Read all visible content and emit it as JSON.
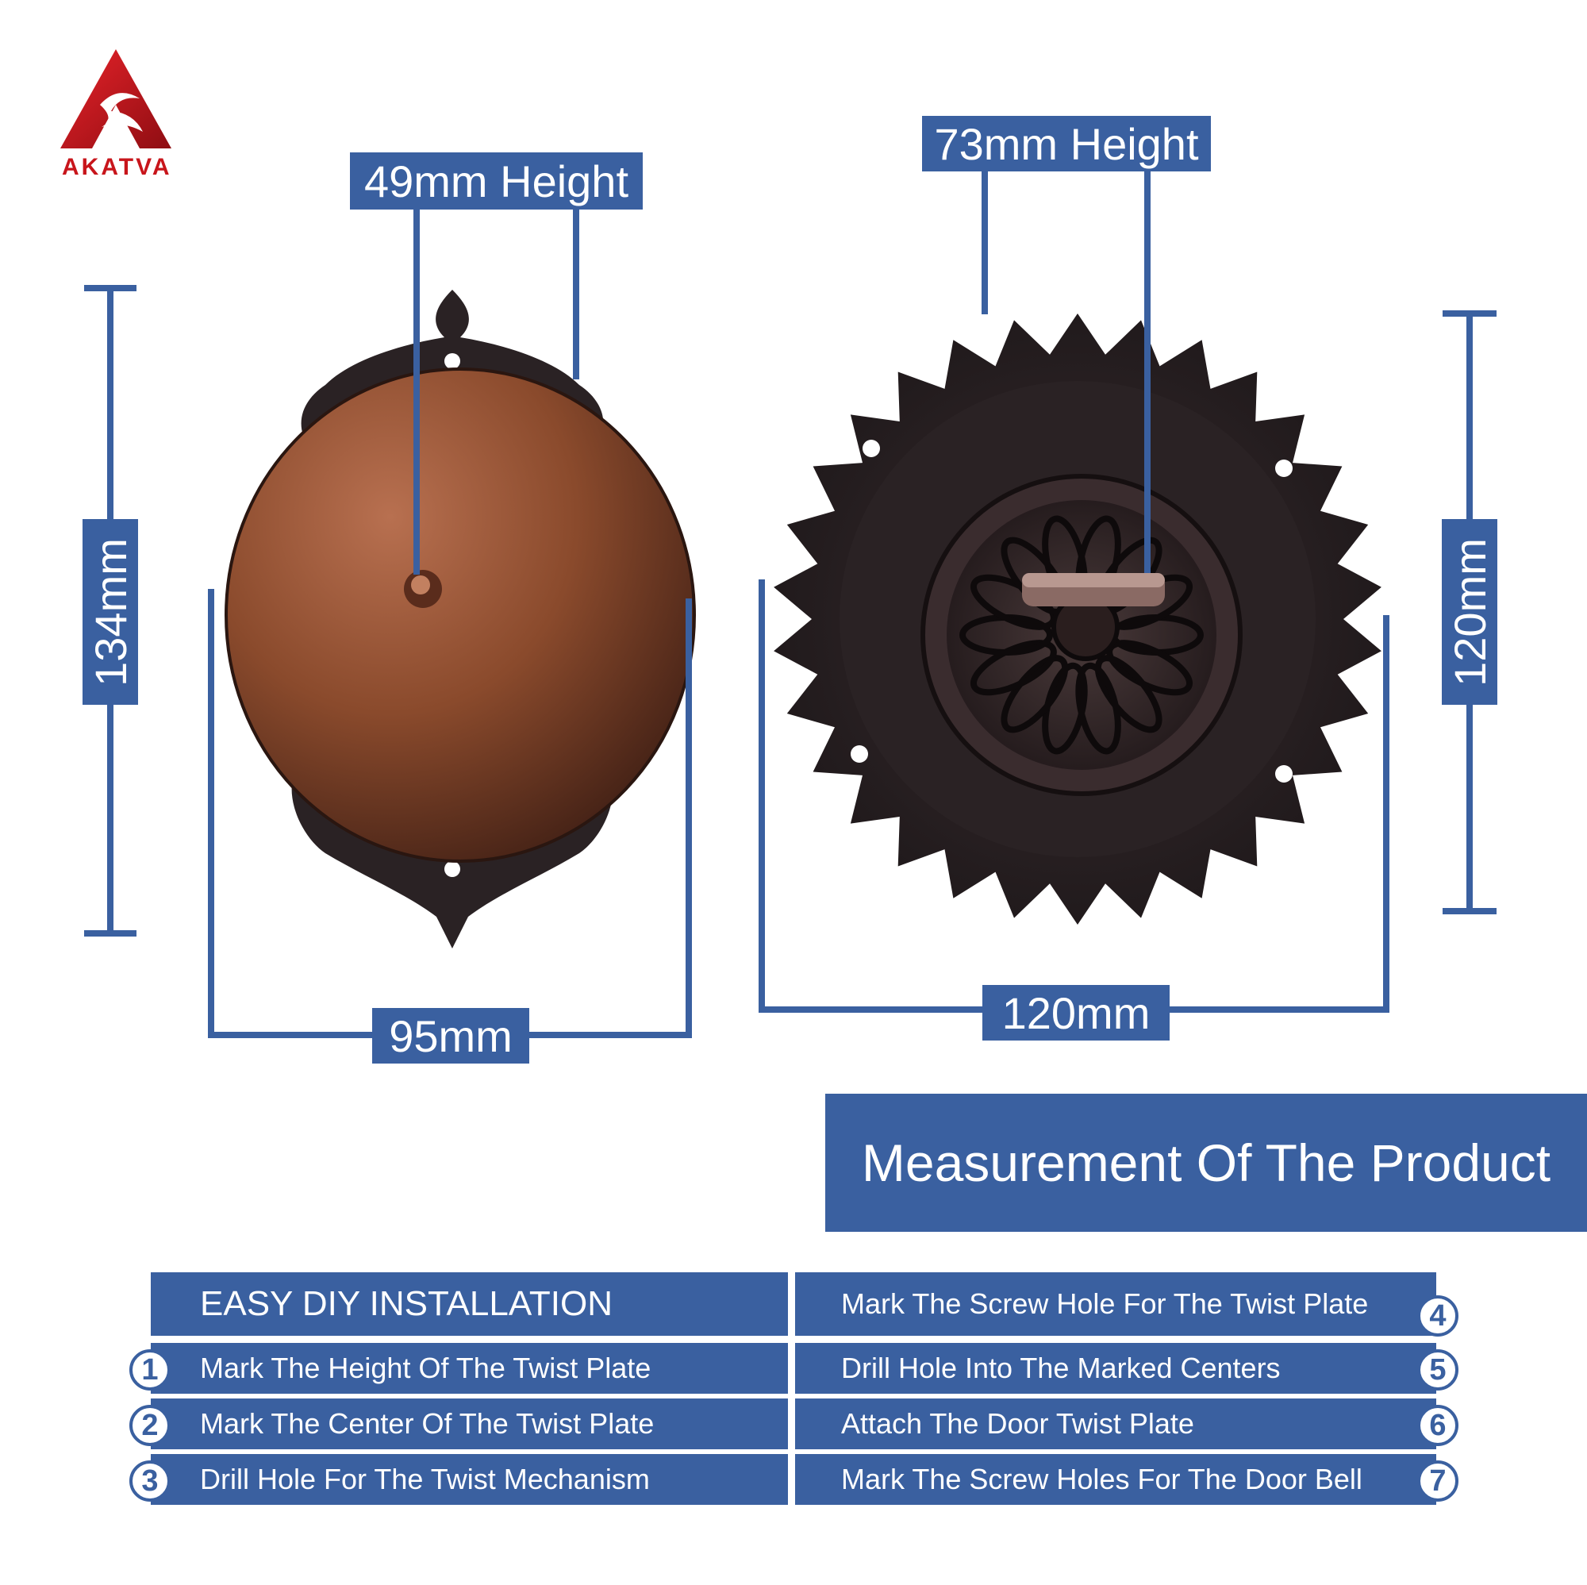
{
  "brand": {
    "name": "AKATVA",
    "accent": "#c8151b"
  },
  "colors": {
    "primary": "#3a60a0",
    "bell_copper": "#8a4a2c",
    "plate_dark": "#2a2224"
  },
  "dimensions": {
    "bell_height": "49mm Height",
    "bell_plate_height": "134mm",
    "bell_width": "95mm",
    "plate_height": "73mm Height",
    "plate_vertical": "120mm",
    "plate_width": "120mm"
  },
  "title": "Measurement Of The Product",
  "installation": {
    "header": "EASY DIY INSTALLATION",
    "steps": [
      {
        "num": "1",
        "text": "Mark The Height Of The Twist Plate"
      },
      {
        "num": "2",
        "text": "Mark The Center Of The Twist Plate"
      },
      {
        "num": "3",
        "text": "Drill Hole For The Twist Mechanism"
      },
      {
        "num": "4",
        "text": "Mark The Screw Hole For The Twist Plate"
      },
      {
        "num": "5",
        "text": "Drill Hole Into The Marked Centers"
      },
      {
        "num": "6",
        "text": "Attach The Door Twist Plate"
      },
      {
        "num": "7",
        "text": "Mark The Screw Holes For The Door Bell"
      }
    ]
  }
}
